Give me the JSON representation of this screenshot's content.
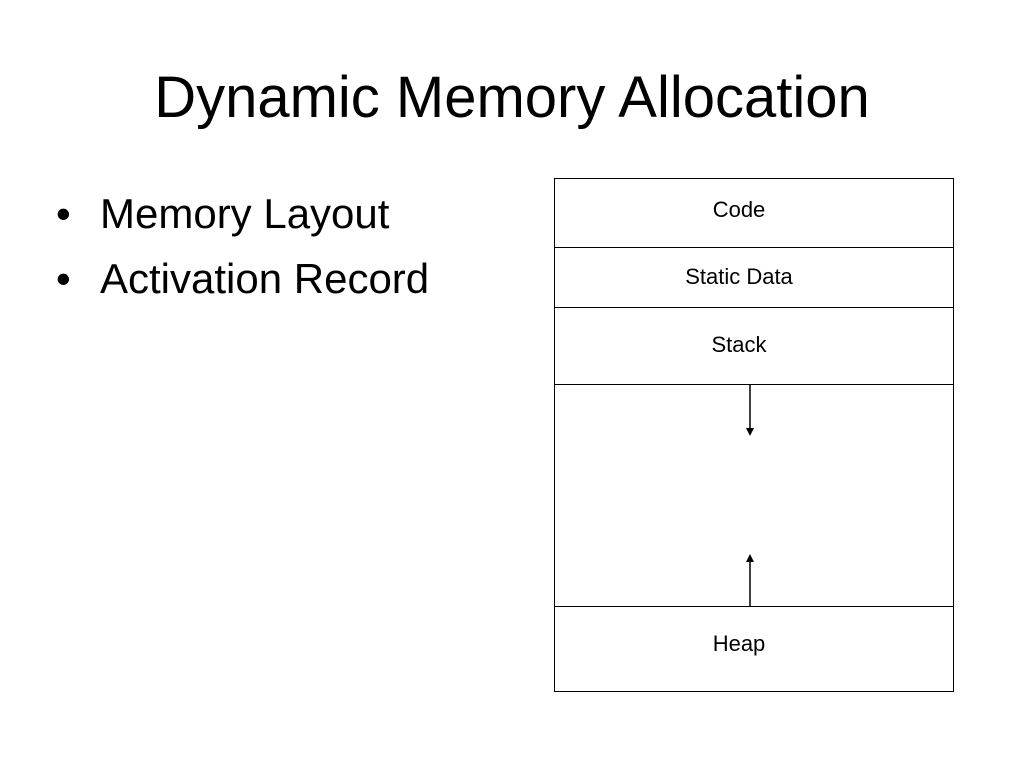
{
  "slide": {
    "title": "Dynamic Memory Allocation",
    "bullets": [
      {
        "marker": "•",
        "text": "Memory Layout"
      },
      {
        "marker": "•",
        "text": "Activation Record"
      }
    ]
  },
  "memory_layout": {
    "segments": [
      {
        "label": "Code"
      },
      {
        "label": "Static Data"
      },
      {
        "label": "Stack"
      },
      {
        "label": ""
      },
      {
        "label": "Heap"
      }
    ],
    "arrows": [
      {
        "from": "Stack",
        "direction": "down"
      },
      {
        "from": "Heap",
        "direction": "up"
      }
    ]
  }
}
